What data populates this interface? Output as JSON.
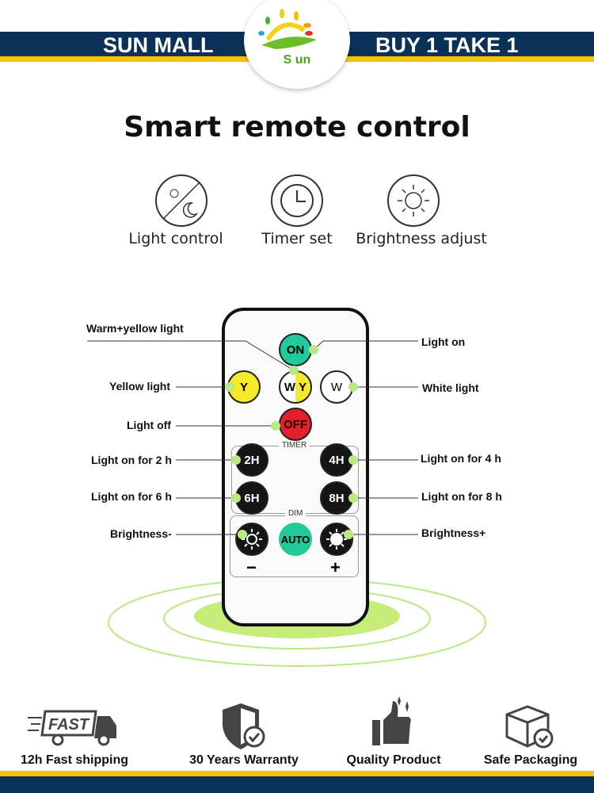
{
  "header": {
    "left": "SUN MALL",
    "right": "BUY 1 TAKE 1",
    "logo_text": "S un"
  },
  "title": "Smart remote control",
  "features": [
    {
      "label": "Light control",
      "icon": "sun-moon-icon"
    },
    {
      "label": "Timer set",
      "icon": "clock-icon"
    },
    {
      "label": "Brightness adjust",
      "icon": "sun-icon"
    }
  ],
  "remote": {
    "on": "ON",
    "y": "Y",
    "w": "W",
    "wy_w": "W",
    "wy_y": "Y",
    "off": "OFF",
    "timer": "TIMER",
    "h2": "2H",
    "h4": "4H",
    "h6": "6H",
    "h8": "8H",
    "dim": "DIM",
    "auto": "AUTO",
    "minus": "−",
    "plus": "+"
  },
  "labels": {
    "warm": "Warm+yellow light",
    "on": "Light on",
    "yellow": "Yellow light",
    "white": "White light",
    "off": "Light off",
    "h2": "Light on for 2 h",
    "h4": "Light on for 4 h",
    "h6": "Light on for 6 h",
    "h8": "Light on for 8 h",
    "bminus": "Brightness-",
    "bplus": "Brightness+"
  },
  "footer": [
    "12h Fast shipping",
    "30 Years Warranty",
    "Quality Product",
    "Safe Packaging"
  ],
  "footer_truck_text": "FAST",
  "colors": {
    "navy": "#0b3159",
    "gold": "#f5c400",
    "green": "#22c99a",
    "red": "#e0202a",
    "yellow": "#f3ea2a",
    "dot": "#b8e986"
  }
}
